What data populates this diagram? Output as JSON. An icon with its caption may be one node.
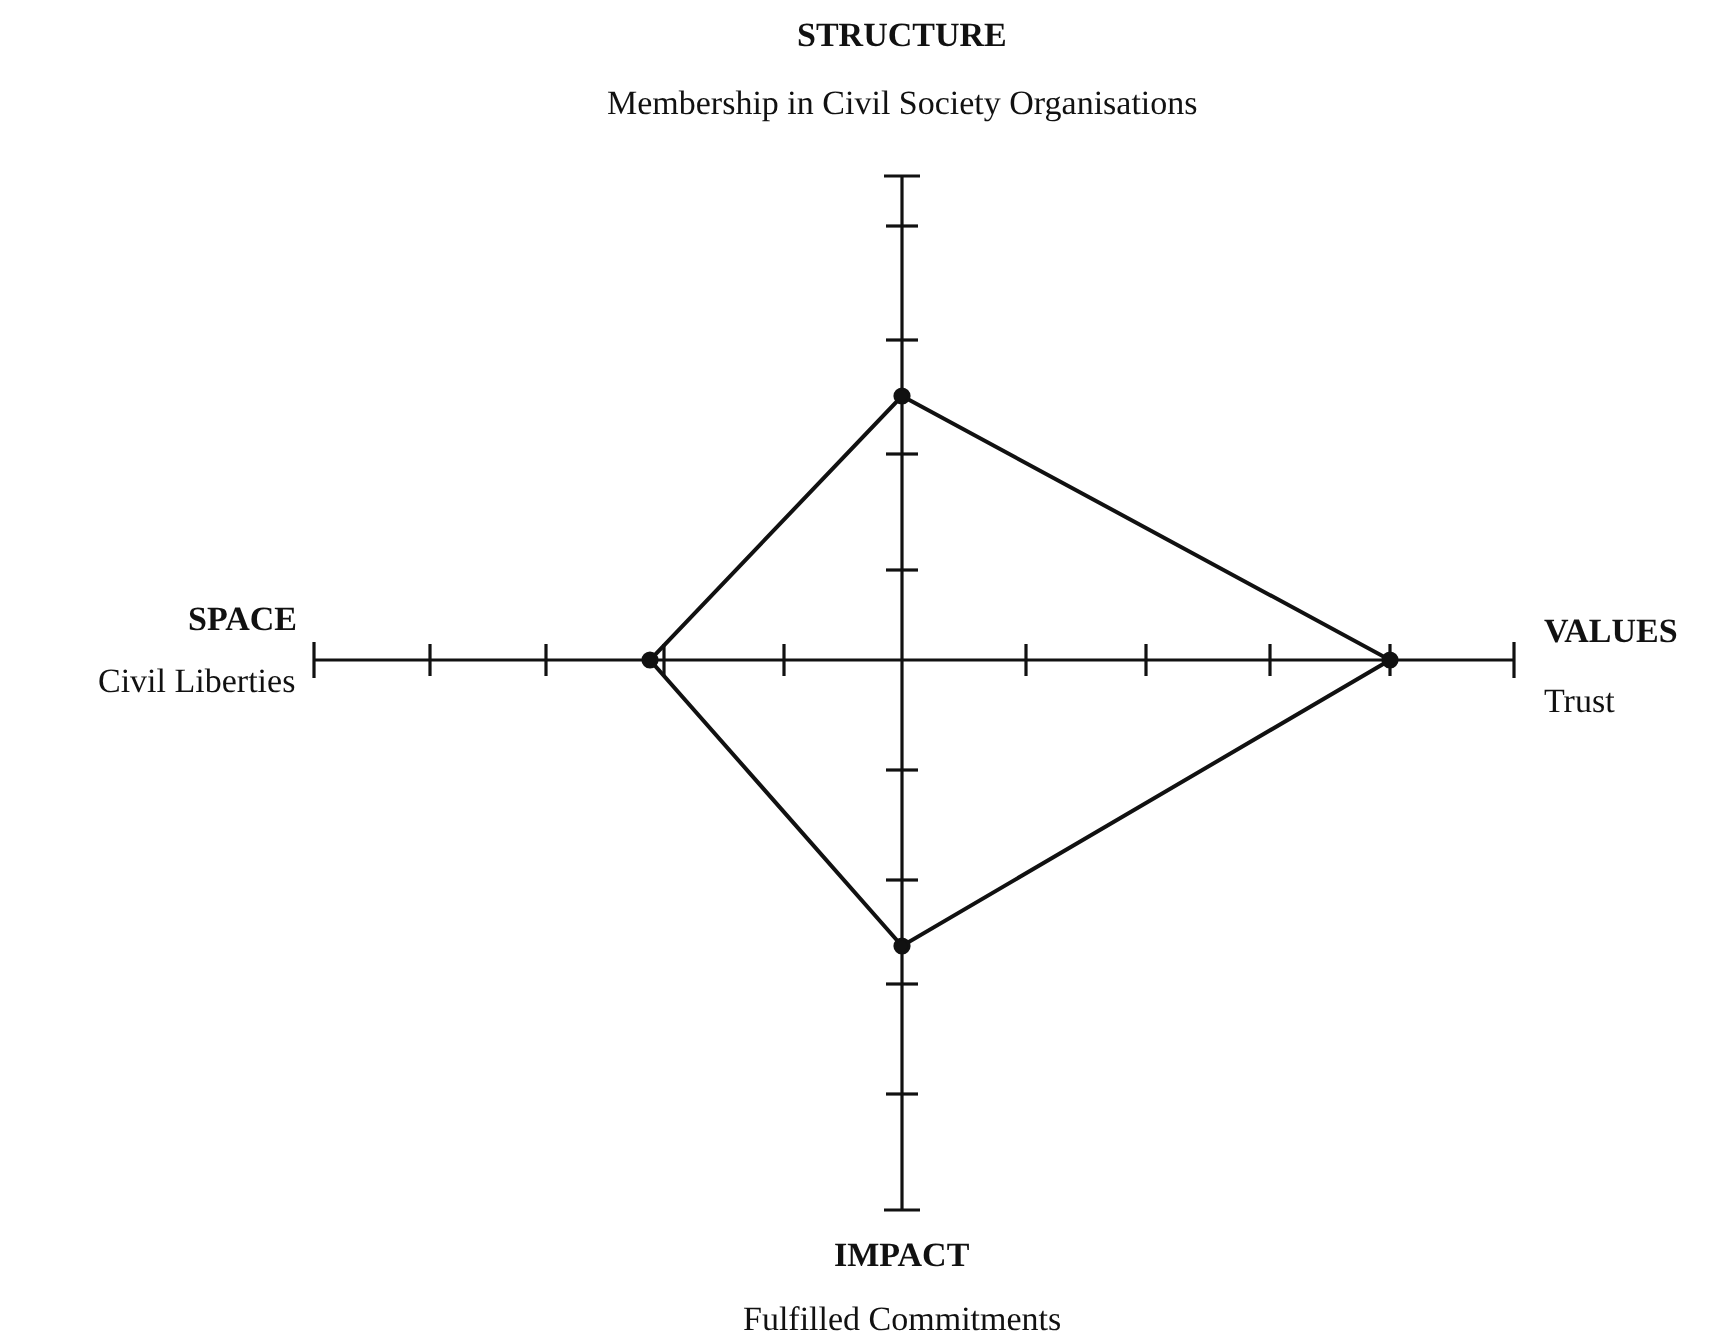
{
  "diagram": {
    "labels": [
      "STRUCTURE",
      "Membership in Civil Society Organisations",
      "SPACE",
      "VALUES",
      "Civil Liberties",
      "Trust",
      "IMPACT",
      "Fulfilled Commitments"
    ]
  }
}
